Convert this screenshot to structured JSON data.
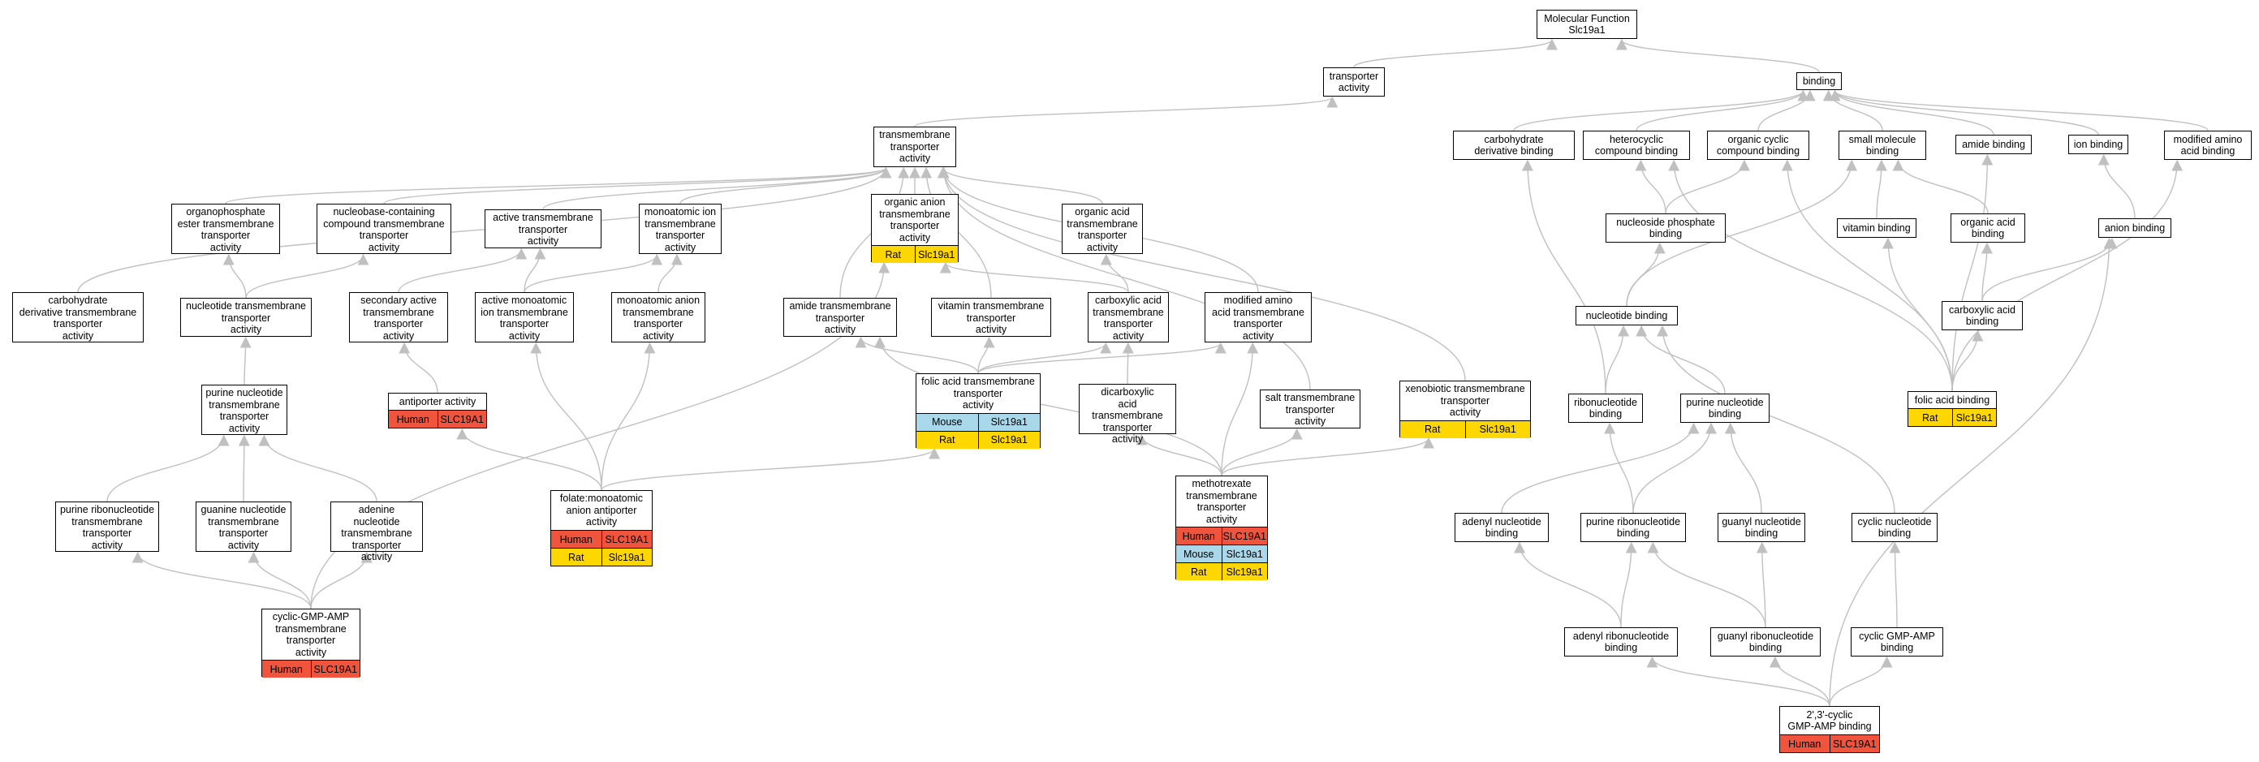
{
  "colors": {
    "edge": "#c0c0c0",
    "node_border": "#000000",
    "species": {
      "Human": "#f0543c",
      "Mouse": "#a8d8ea",
      "Rat": "#ffd700"
    }
  },
  "nodes": [
    {
      "id": "molecular_function",
      "label": "Molecular Function\nSlc19a1"
    },
    {
      "id": "transporter_activity",
      "label": "transporter\nactivity"
    },
    {
      "id": "binding",
      "label": "binding"
    },
    {
      "id": "transmembrane_transporter_activity",
      "label": "transmembrane\ntransporter\nactivity"
    },
    {
      "id": "carbohydrate_derivative_binding",
      "label": "carbohydrate\nderivative binding"
    },
    {
      "id": "heterocyclic_compound_binding",
      "label": "heterocyclic\ncompound binding"
    },
    {
      "id": "organic_cyclic_compound_binding",
      "label": "organic cyclic\ncompound binding"
    },
    {
      "id": "small_molecule_binding",
      "label": "small molecule\nbinding"
    },
    {
      "id": "amide_binding",
      "label": "amide binding"
    },
    {
      "id": "ion_binding",
      "label": "ion binding"
    },
    {
      "id": "modified_amino_acid_binding",
      "label": "modified amino\nacid binding"
    },
    {
      "id": "organophosphate_ester_tt",
      "label": "organophosphate\nester transmembrane\ntransporter\nactivity"
    },
    {
      "id": "nucleobase_containing_tt",
      "label": "nucleobase-containing\ncompound transmembrane\ntransporter\nactivity"
    },
    {
      "id": "active_tt",
      "label": "active transmembrane\ntransporter\nactivity"
    },
    {
      "id": "monoatomic_ion_tt",
      "label": "monoatomic ion\ntransmembrane\ntransporter\nactivity"
    },
    {
      "id": "organic_anion_tt",
      "label": "organic anion\ntransmembrane\ntransporter\nactivity",
      "annotations": [
        {
          "species": "Rat",
          "gene": "Slc19a1"
        }
      ]
    },
    {
      "id": "organic_acid_tt",
      "label": "organic acid\ntransmembrane\ntransporter\nactivity"
    },
    {
      "id": "nucleoside_phosphate_binding",
      "label": "nucleoside phosphate\nbinding"
    },
    {
      "id": "vitamin_binding",
      "label": "vitamin binding"
    },
    {
      "id": "organic_acid_binding",
      "label": "organic acid\nbinding"
    },
    {
      "id": "anion_binding",
      "label": "anion binding"
    },
    {
      "id": "carbohydrate_derivative_tt",
      "label": "carbohydrate\nderivative transmembrane\ntransporter\nactivity"
    },
    {
      "id": "nucleotide_tt",
      "label": "nucleotide transmembrane\ntransporter\nactivity"
    },
    {
      "id": "secondary_active_tt",
      "label": "secondary active\ntransmembrane\ntransporter\nactivity"
    },
    {
      "id": "active_monoatomic_ion_tt",
      "label": "active monoatomic\nion transmembrane\ntransporter\nactivity"
    },
    {
      "id": "monoatomic_anion_tt",
      "label": "monoatomic anion\ntransmembrane\ntransporter\nactivity"
    },
    {
      "id": "amide_tt",
      "label": "amide transmembrane\ntransporter\nactivity"
    },
    {
      "id": "vitamin_tt",
      "label": "vitamin transmembrane\ntransporter\nactivity"
    },
    {
      "id": "carboxylic_acid_tt",
      "label": "carboxylic acid\ntransmembrane\ntransporter\nactivity"
    },
    {
      "id": "modified_amino_acid_tt",
      "label": "modified amino\nacid transmembrane\ntransporter\nactivity"
    },
    {
      "id": "nucleotide_binding",
      "label": "nucleotide binding"
    },
    {
      "id": "carboxylic_acid_binding",
      "label": "carboxylic acid\nbinding"
    },
    {
      "id": "purine_nucleotide_tt",
      "label": "purine nucleotide\ntransmembrane\ntransporter\nactivity"
    },
    {
      "id": "antiporter_activity",
      "label": "antiporter activity",
      "annotations": [
        {
          "species": "Human",
          "gene": "SLC19A1"
        }
      ]
    },
    {
      "id": "folic_acid_tt",
      "label": "folic acid transmembrane\ntransporter\nactivity",
      "annotations": [
        {
          "species": "Mouse",
          "gene": "Slc19a1"
        },
        {
          "species": "Rat",
          "gene": "Slc19a1"
        }
      ]
    },
    {
      "id": "dicarboxylic_acid_tt",
      "label": "dicarboxylic\nacid transmembrane\ntransporter\nactivity"
    },
    {
      "id": "xenobiotic_tt",
      "label": "xenobiotic transmembrane\ntransporter\nactivity",
      "annotations": [
        {
          "species": "Rat",
          "gene": "Slc19a1"
        }
      ]
    },
    {
      "id": "salt_tt",
      "label": "salt transmembrane\ntransporter\nactivity"
    },
    {
      "id": "ribonucleotide_binding",
      "label": "ribonucleotide\nbinding"
    },
    {
      "id": "purine_nucleotide_binding",
      "label": "purine nucleotide\nbinding"
    },
    {
      "id": "folic_acid_binding",
      "label": "folic acid binding",
      "annotations": [
        {
          "species": "Rat",
          "gene": "Slc19a1"
        }
      ]
    },
    {
      "id": "purine_ribonucleotide_tt",
      "label": "purine ribonucleotide\ntransmembrane\ntransporter\nactivity"
    },
    {
      "id": "guanine_nucleotide_tt",
      "label": "guanine nucleotide\ntransmembrane\ntransporter\nactivity"
    },
    {
      "id": "adenine_nucleotide_tt",
      "label": "adenine nucleotide\ntransmembrane\ntransporter\nactivity"
    },
    {
      "id": "folate_monoatomic_anion_antiporter",
      "label": "folate:monoatomic\nanion antiporter\nactivity",
      "annotations": [
        {
          "species": "Human",
          "gene": "SLC19A1"
        },
        {
          "species": "Rat",
          "gene": "Slc19a1"
        }
      ]
    },
    {
      "id": "methotrexate_tt",
      "label": "methotrexate\ntransmembrane\ntransporter\nactivity",
      "annotations": [
        {
          "species": "Human",
          "gene": "SLC19A1"
        },
        {
          "species": "Mouse",
          "gene": "Slc19a1"
        },
        {
          "species": "Rat",
          "gene": "Slc19a1"
        }
      ]
    },
    {
      "id": "adenyl_nucleotide_binding",
      "label": "adenyl nucleotide\nbinding"
    },
    {
      "id": "purine_ribonucleotide_binding",
      "label": "purine ribonucleotide\nbinding"
    },
    {
      "id": "guanyl_nucleotide_binding",
      "label": "guanyl nucleotide\nbinding"
    },
    {
      "id": "cyclic_nucleotide_binding",
      "label": "cyclic nucleotide\nbinding"
    },
    {
      "id": "cyclic_gmp_amp_tt",
      "label": "cyclic-GMP-AMP\ntransmembrane\ntransporter\nactivity",
      "annotations": [
        {
          "species": "Human",
          "gene": "SLC19A1"
        }
      ]
    },
    {
      "id": "adenyl_ribonucleotide_binding",
      "label": "adenyl ribonucleotide\nbinding"
    },
    {
      "id": "guanyl_ribonucleotide_binding",
      "label": "guanyl ribonucleotide\nbinding"
    },
    {
      "id": "cyclic_gmp_amp_binding",
      "label": "cyclic GMP-AMP\nbinding"
    },
    {
      "id": "cgamp_2_3_binding",
      "label": "2',3'-cyclic\nGMP-AMP binding",
      "annotations": [
        {
          "species": "Human",
          "gene": "SLC19A1"
        }
      ]
    }
  ],
  "edges": [
    [
      "transporter_activity",
      "molecular_function"
    ],
    [
      "binding",
      "molecular_function"
    ],
    [
      "transmembrane_transporter_activity",
      "transporter_activity"
    ],
    [
      "carbohydrate_derivative_binding",
      "binding"
    ],
    [
      "heterocyclic_compound_binding",
      "binding"
    ],
    [
      "organic_cyclic_compound_binding",
      "binding"
    ],
    [
      "small_molecule_binding",
      "binding"
    ],
    [
      "amide_binding",
      "binding"
    ],
    [
      "ion_binding",
      "binding"
    ],
    [
      "modified_amino_acid_binding",
      "binding"
    ],
    [
      "organophosphate_ester_tt",
      "transmembrane_transporter_activity"
    ],
    [
      "nucleobase_containing_tt",
      "transmembrane_transporter_activity"
    ],
    [
      "active_tt",
      "transmembrane_transporter_activity"
    ],
    [
      "monoatomic_ion_tt",
      "transmembrane_transporter_activity"
    ],
    [
      "organic_anion_tt",
      "transmembrane_transporter_activity"
    ],
    [
      "organic_acid_tt",
      "transmembrane_transporter_activity"
    ],
    [
      "carbohydrate_derivative_tt",
      "transmembrane_transporter_activity"
    ],
    [
      "amide_tt",
      "transmembrane_transporter_activity"
    ],
    [
      "vitamin_tt",
      "transmembrane_transporter_activity"
    ],
    [
      "modified_amino_acid_tt",
      "transmembrane_transporter_activity"
    ],
    [
      "salt_tt",
      "transmembrane_transporter_activity"
    ],
    [
      "xenobiotic_tt",
      "transmembrane_transporter_activity"
    ],
    [
      "nucleoside_phosphate_binding",
      "heterocyclic_compound_binding"
    ],
    [
      "nucleoside_phosphate_binding",
      "organic_cyclic_compound_binding"
    ],
    [
      "vitamin_binding",
      "small_molecule_binding"
    ],
    [
      "organic_acid_binding",
      "small_molecule_binding"
    ],
    [
      "anion_binding",
      "ion_binding"
    ],
    [
      "nucleotide_tt",
      "organophosphate_ester_tt"
    ],
    [
      "nucleotide_tt",
      "nucleobase_containing_tt"
    ],
    [
      "secondary_active_tt",
      "active_tt"
    ],
    [
      "active_monoatomic_ion_tt",
      "active_tt"
    ],
    [
      "active_monoatomic_ion_tt",
      "monoatomic_ion_tt"
    ],
    [
      "monoatomic_anion_tt",
      "monoatomic_ion_tt"
    ],
    [
      "carboxylic_acid_tt",
      "organic_anion_tt"
    ],
    [
      "carboxylic_acid_tt",
      "organic_acid_tt"
    ],
    [
      "vitamin_tt",
      "transmembrane_transporter_activity"
    ],
    [
      "nucleotide_binding",
      "nucleoside_phosphate_binding"
    ],
    [
      "nucleotide_binding",
      "small_molecule_binding"
    ],
    [
      "carboxylic_acid_binding",
      "organic_acid_binding"
    ],
    [
      "carboxylic_acid_binding",
      "anion_binding"
    ],
    [
      "purine_nucleotide_tt",
      "nucleotide_tt"
    ],
    [
      "antiporter_activity",
      "secondary_active_tt"
    ],
    [
      "folic_acid_tt",
      "amide_tt"
    ],
    [
      "folic_acid_tt",
      "vitamin_tt"
    ],
    [
      "folic_acid_tt",
      "carboxylic_acid_tt"
    ],
    [
      "folic_acid_tt",
      "modified_amino_acid_tt"
    ],
    [
      "dicarboxylic_acid_tt",
      "carboxylic_acid_tt"
    ],
    [
      "ribonucleotide_binding",
      "nucleotide_binding"
    ],
    [
      "ribonucleotide_binding",
      "carbohydrate_derivative_binding"
    ],
    [
      "purine_nucleotide_binding",
      "nucleotide_binding"
    ],
    [
      "folic_acid_binding",
      "heterocyclic_compound_binding"
    ],
    [
      "folic_acid_binding",
      "organic_cyclic_compound_binding"
    ],
    [
      "folic_acid_binding",
      "vitamin_binding"
    ],
    [
      "folic_acid_binding",
      "carboxylic_acid_binding"
    ],
    [
      "folic_acid_binding",
      "amide_binding"
    ],
    [
      "folic_acid_binding",
      "modified_amino_acid_binding"
    ],
    [
      "purine_ribonucleotide_tt",
      "purine_nucleotide_tt"
    ],
    [
      "guanine_nucleotide_tt",
      "purine_nucleotide_tt"
    ],
    [
      "adenine_nucleotide_tt",
      "purine_nucleotide_tt"
    ],
    [
      "folate_monoatomic_anion_antiporter",
      "antiporter_activity"
    ],
    [
      "folate_monoatomic_anion_antiporter",
      "active_monoatomic_ion_tt"
    ],
    [
      "folate_monoatomic_anion_antiporter",
      "monoatomic_anion_tt"
    ],
    [
      "folate_monoatomic_anion_antiporter",
      "folic_acid_tt"
    ],
    [
      "methotrexate_tt",
      "amide_tt"
    ],
    [
      "methotrexate_tt",
      "dicarboxylic_acid_tt"
    ],
    [
      "methotrexate_tt",
      "modified_amino_acid_tt"
    ],
    [
      "methotrexate_tt",
      "salt_tt"
    ],
    [
      "methotrexate_tt",
      "xenobiotic_tt"
    ],
    [
      "adenyl_nucleotide_binding",
      "purine_nucleotide_binding"
    ],
    [
      "purine_ribonucleotide_binding",
      "ribonucleotide_binding"
    ],
    [
      "purine_ribonucleotide_binding",
      "purine_nucleotide_binding"
    ],
    [
      "guanyl_nucleotide_binding",
      "purine_nucleotide_binding"
    ],
    [
      "cyclic_nucleotide_binding",
      "nucleotide_binding"
    ],
    [
      "cyclic_gmp_amp_tt",
      "purine_ribonucleotide_tt"
    ],
    [
      "cyclic_gmp_amp_tt",
      "guanine_nucleotide_tt"
    ],
    [
      "cyclic_gmp_amp_tt",
      "adenine_nucleotide_tt"
    ],
    [
      "cyclic_gmp_amp_tt",
      "organic_anion_tt"
    ],
    [
      "adenyl_ribonucleotide_binding",
      "adenyl_nucleotide_binding"
    ],
    [
      "adenyl_ribonucleotide_binding",
      "purine_ribonucleotide_binding"
    ],
    [
      "guanyl_ribonucleotide_binding",
      "purine_ribonucleotide_binding"
    ],
    [
      "guanyl_ribonucleotide_binding",
      "guanyl_nucleotide_binding"
    ],
    [
      "cyclic_gmp_amp_binding",
      "cyclic_nucleotide_binding"
    ],
    [
      "cgamp_2_3_binding",
      "adenyl_ribonucleotide_binding"
    ],
    [
      "cgamp_2_3_binding",
      "guanyl_ribonucleotide_binding"
    ],
    [
      "cgamp_2_3_binding",
      "cyclic_gmp_amp_binding"
    ],
    [
      "cgamp_2_3_binding",
      "anion_binding"
    ]
  ]
}
